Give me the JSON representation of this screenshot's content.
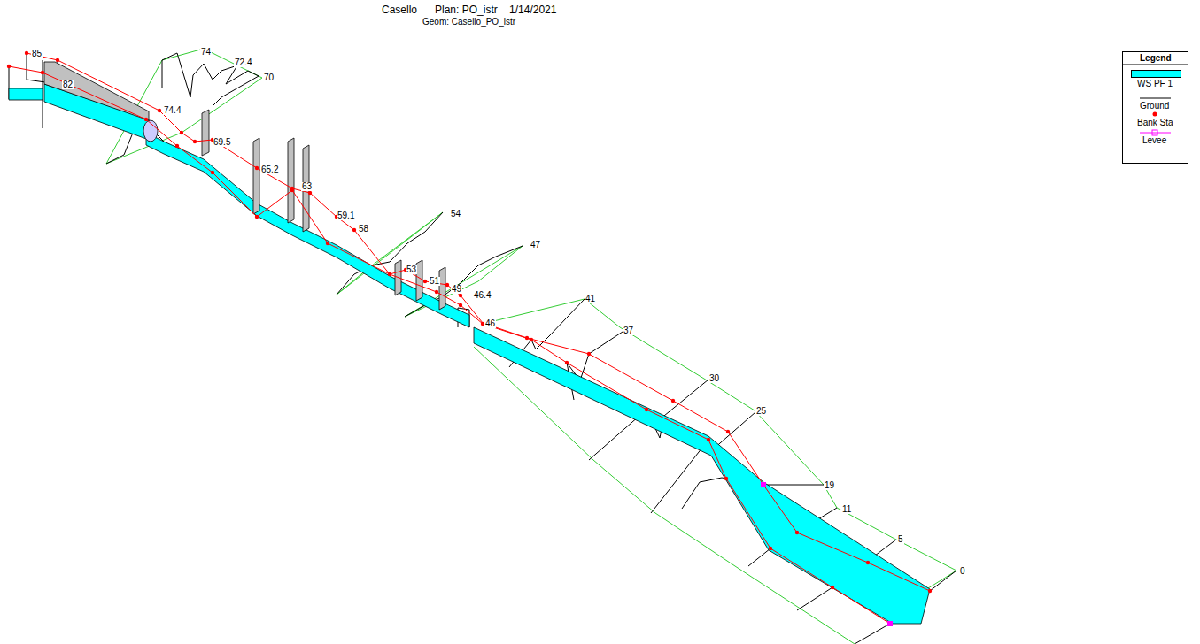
{
  "diagram": {
    "title": "Casello      Plan: PO_istr    1/14/2021",
    "caption": "Geom: Casello_PO_istr",
    "labels": [
      "85",
      "82",
      "74",
      "72.4",
      "70",
      "74.4",
      "69.5",
      "65.2",
      "63",
      "59.1",
      "58",
      "54",
      "53",
      "51",
      "49",
      "46.4",
      "47",
      "46",
      "41",
      "37",
      "30",
      "25",
      "19",
      "11",
      "5",
      "0",
      "Legend"
    ],
    "legend": [
      {
        "text": "WS PF 1",
        "color": "#00ffff"
      },
      {
        "text": "Ground"
      },
      {
        "text": "Bank Sta"
      },
      {
        "text": "Levee"
      }
    ]
  }
}
